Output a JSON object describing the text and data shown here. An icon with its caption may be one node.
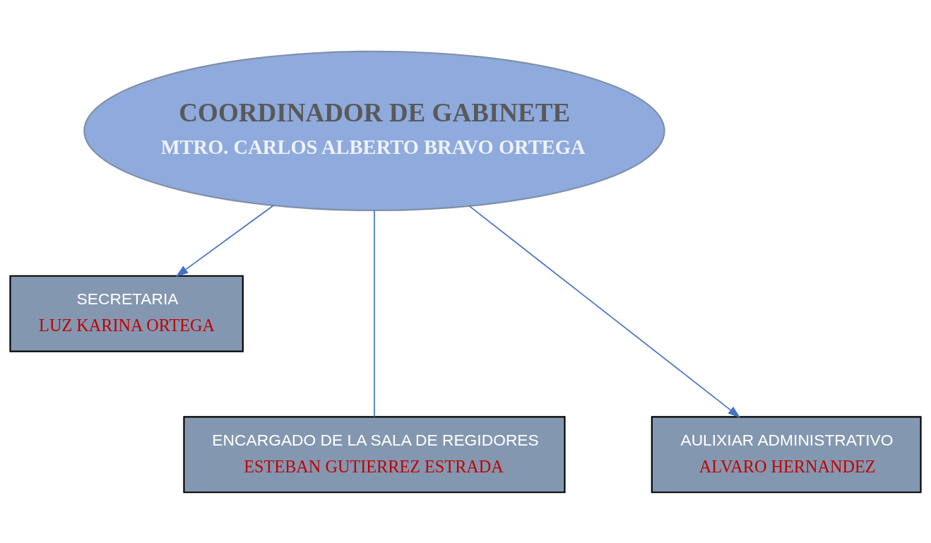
{
  "diagram": {
    "nodes": [
      {
        "text": [
          "COORDINADOR DE GABINETE",
          "MTRO. CARLOS ALBERTO BRAVO ORTEGA"
        ]
      },
      {
        "text": [
          "SECRETARIA",
          "LUZ KARINA ORTEGA"
        ]
      },
      {
        "text": [
          "ENCARGADO DE LA SALA DE REGIDORES",
          "ESTEBAN GUTIERREZ ESTRADA"
        ]
      },
      {
        "text": [
          "AULIXIAR ADMINISTRATIVO",
          "ALVARO HERNANDEZ"
        ]
      }
    ],
    "edges": [
      {
        "from": 0,
        "to": 1,
        "arrow": "to"
      },
      {
        "from": 0,
        "to": 2,
        "arrow": "none"
      },
      {
        "from": 0,
        "to": 3,
        "arrow": "to"
      }
    ]
  }
}
